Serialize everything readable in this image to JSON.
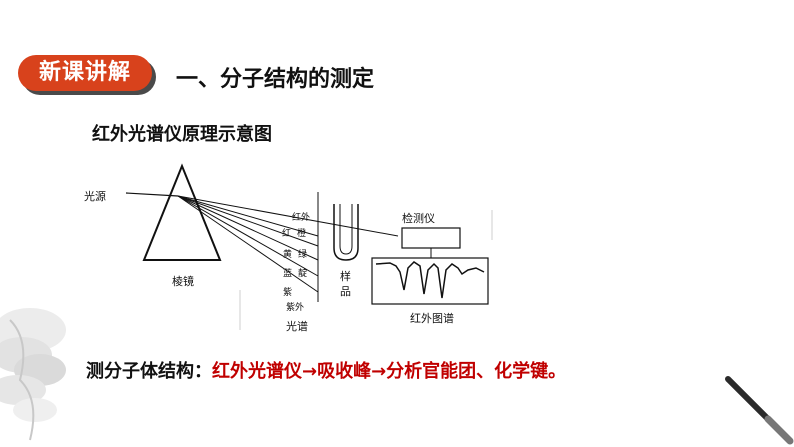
{
  "header": {
    "badge_label": "新课讲解",
    "section_title": "一、分子结构的测定"
  },
  "diagram": {
    "title": "红外光谱仪原理示意图",
    "light_source_label": "光源",
    "prism_label": "棱镜",
    "spectrum_labels": {
      "infrared": "红外",
      "red": "红",
      "orange": "橙",
      "yellow": "黄",
      "green": "绿",
      "blue": "蓝",
      "indigo": "靛",
      "violet": "紫",
      "ultraviolet": "紫外"
    },
    "spectrum_label": "光谱",
    "sample_label": "样品",
    "detector_label": "检测仪",
    "ir_spectrum_label": "红外图谱"
  },
  "summary": {
    "label": "测分子体结构：",
    "content": "红外光谱仪→吸收峰→分析官能团、化学键。"
  },
  "colors": {
    "badge_bg": "#d8421c",
    "badge_shadow": "#4a4a4a",
    "summary_highlight": "#c00000"
  }
}
